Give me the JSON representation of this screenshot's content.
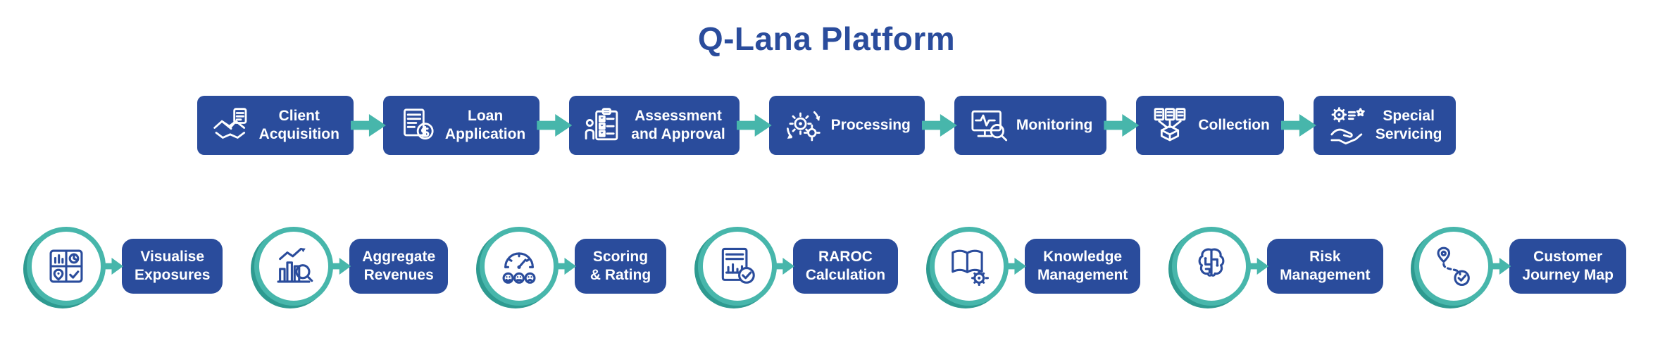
{
  "title": "Q-Lana Platform",
  "colors": {
    "primary_blue": "#2a4c9c",
    "teal": "#47b6ab",
    "teal_dark": "#2e9a90",
    "background": "#ffffff"
  },
  "process_flow": {
    "steps": [
      {
        "label": "Client\nAcquisition",
        "icon": "handshake-icon"
      },
      {
        "label": "Loan\nApplication",
        "icon": "loan-document-icon"
      },
      {
        "label": "Assessment\nand Approval",
        "icon": "checklist-clipboard-icon"
      },
      {
        "label": "Processing",
        "icon": "gears-cycle-icon"
      },
      {
        "label": "Monitoring",
        "icon": "monitor-magnifier-icon"
      },
      {
        "label": "Collection",
        "icon": "documents-collect-icon"
      },
      {
        "label": "Special\nServicing",
        "icon": "hand-gears-icon"
      }
    ]
  },
  "feature_row": {
    "items": [
      {
        "label": "Visualise\nExposures",
        "icon": "dashboard-icon"
      },
      {
        "label": "Aggregate\nRevenues",
        "icon": "bar-chart-magnifier-icon"
      },
      {
        "label": "Scoring\n& Rating",
        "icon": "gauge-smileys-icon"
      },
      {
        "label": "RAROC\nCalculation",
        "icon": "report-check-icon"
      },
      {
        "label": "Knowledge\nManagement",
        "icon": "book-gear-icon"
      },
      {
        "label": "Risk\nManagement",
        "icon": "brain-icon"
      },
      {
        "label": "Customer\nJourney Map",
        "icon": "journey-map-icon"
      }
    ]
  }
}
